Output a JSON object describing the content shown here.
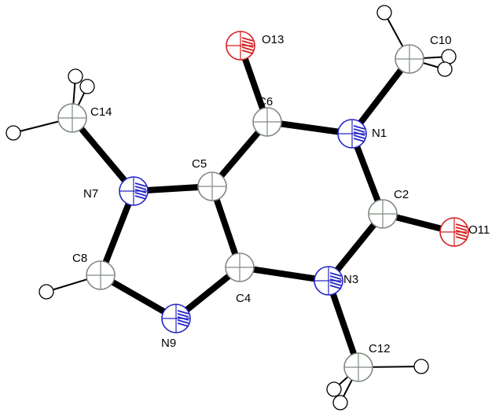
{
  "atoms": {
    "O13": {
      "label": "O13",
      "element": "O"
    },
    "C6": {
      "label": "C6",
      "element": "C"
    },
    "N1": {
      "label": "N1",
      "element": "N"
    },
    "C10": {
      "label": "C10",
      "element": "C"
    },
    "C2": {
      "label": "C2",
      "element": "C"
    },
    "O11": {
      "label": "O11",
      "element": "O"
    },
    "N3": {
      "label": "N3",
      "element": "N"
    },
    "C12": {
      "label": "C12",
      "element": "C"
    },
    "C4": {
      "label": "C4",
      "element": "C"
    },
    "C5": {
      "label": "C5",
      "element": "C"
    },
    "N7": {
      "label": "N7",
      "element": "N"
    },
    "C8": {
      "label": "C8",
      "element": "C"
    },
    "N9": {
      "label": "N9",
      "element": "N"
    },
    "C14": {
      "label": "C14",
      "element": "C"
    }
  },
  "hydrogen_count": 10,
  "bonds": [
    [
      "C6",
      "O13"
    ],
    [
      "C6",
      "N1"
    ],
    [
      "N1",
      "C10"
    ],
    [
      "N1",
      "C2"
    ],
    [
      "C2",
      "O11"
    ],
    [
      "C2",
      "N3"
    ],
    [
      "N3",
      "C12"
    ],
    [
      "N3",
      "C4"
    ],
    [
      "C4",
      "C5"
    ],
    [
      "C5",
      "C6"
    ],
    [
      "C5",
      "N7"
    ],
    [
      "N7",
      "C14"
    ],
    [
      "N7",
      "C8"
    ],
    [
      "C8",
      "N9"
    ],
    [
      "N9",
      "C4"
    ]
  ],
  "colors": {
    "carbon": "#7f8a7f",
    "nitrogen": "#2626c8",
    "oxygen": "#d42020",
    "hydrogen": "#ffffff",
    "bond": "#000000"
  }
}
